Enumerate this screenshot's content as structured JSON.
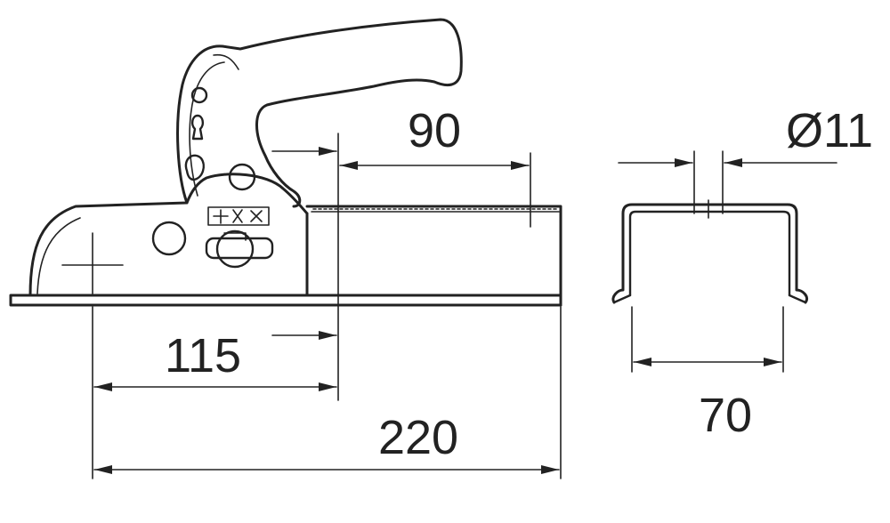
{
  "dimensions": {
    "socket_length": "90",
    "hole_diameter": "Ø11",
    "front_offset": "115",
    "overall_length": "220",
    "profile_width": "70"
  },
  "colors": {
    "line": "#222222",
    "background": "#ffffff"
  }
}
